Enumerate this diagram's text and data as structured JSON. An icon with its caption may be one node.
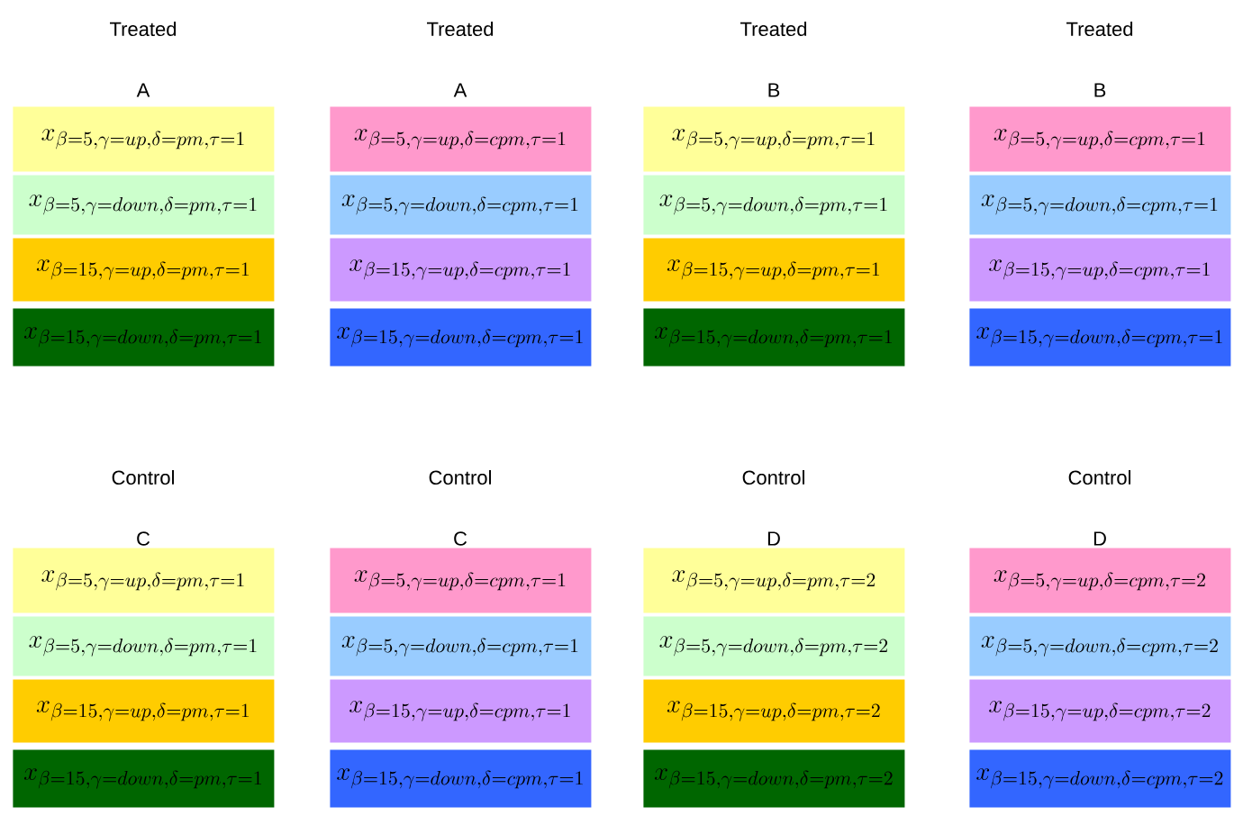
{
  "diagram": {
    "nodes": [
      {
        "text": [
          "x_{\\beta=5,\\gamma=up,\\delta=pm,\\tau=1}"
        ]
      },
      {
        "text": [
          "x_{\\beta=5,\\gamma=down,\\delta=pm,\\tau=1}"
        ]
      },
      {
        "text": [
          "x_{\\beta=15,\\gamma=up,\\delta=pm,\\tau=1}"
        ]
      },
      {
        "text": [
          "x_{\\beta=15,\\gamma=down,\\delta=pm,\\tau=1}"
        ]
      },
      {
        "text": [
          "x_{\\beta=5,\\gamma=up,\\delta=cpm,\\tau=1}"
        ]
      },
      {
        "text": [
          "x_{\\beta=5,\\gamma=down,\\delta=cpm,\\tau=1}"
        ]
      },
      {
        "text": [
          "x_{\\beta=15,\\gamma=up,\\delta=cpm,\\tau=1}"
        ]
      },
      {
        "text": [
          "x_{\\beta=15,\\gamma=down,\\delta=cpm,\\tau=1}"
        ]
      },
      {
        "text": [
          "x_{\\beta=5,\\gamma=up,\\delta=pm,\\tau=1}"
        ]
      },
      {
        "text": [
          "x_{\\beta=5,\\gamma=down,\\delta=pm,\\tau=1}"
        ]
      },
      {
        "text": [
          "x_{\\beta=15,\\gamma=up,\\delta=pm,\\tau=1}"
        ]
      },
      {
        "text": [
          "x_{\\beta=15,\\gamma=down,\\delta=pm,\\tau=1}"
        ]
      },
      {
        "text": [
          "x_{\\beta=5,\\gamma=up,\\delta=cpm,\\tau=1}"
        ]
      },
      {
        "text": [
          "x_{\\beta=5,\\gamma=down,\\delta=cpm,\\tau=1}"
        ]
      },
      {
        "text": [
          "x_{\\beta=15,\\gamma=up,\\delta=cpm,\\tau=1}"
        ]
      },
      {
        "text": [
          "x_{\\beta=15,\\gamma=down,\\delta=cpm,\\tau=1}"
        ]
      },
      {
        "text": [
          "x_{\\beta=5,\\gamma=up,\\delta=pm,\\tau=1}"
        ]
      },
      {
        "text": [
          "x_{\\beta=5,\\gamma=down,\\delta=pm,\\tau=1}"
        ]
      },
      {
        "text": [
          "x_{\\beta=15,\\gamma=up,\\delta=pm,\\tau=1}"
        ]
      },
      {
        "text": [
          "x_{\\beta=15,\\gamma=down,\\delta=pm,\\tau=1}"
        ]
      },
      {
        "text": [
          "x_{\\beta=5,\\gamma=up,\\delta=cpm,\\tau=1}"
        ]
      },
      {
        "text": [
          "x_{\\beta=5,\\gamma=down,\\delta=cpm,\\tau=1}"
        ]
      },
      {
        "text": [
          "x_{\\beta=15,\\gamma=up,\\delta=cpm,\\tau=1}"
        ]
      },
      {
        "text": [
          "x_{\\beta=15,\\gamma=down,\\delta=cpm,\\tau=1}"
        ]
      },
      {
        "text": [
          "x_{\\beta=5,\\gamma=up,\\delta=pm,\\tau=2}"
        ]
      },
      {
        "text": [
          "x_{\\beta=5,\\gamma=down,\\delta=pm,\\tau=2}"
        ]
      },
      {
        "text": [
          "x_{\\beta=15,\\gamma=up,\\delta=pm,\\tau=2}"
        ]
      },
      {
        "text": [
          "x_{\\beta=15,\\gamma=down,\\delta=pm,\\tau=2}"
        ]
      },
      {
        "text": [
          "x_{\\beta=5,\\gamma=up,\\delta=cpm,\\tau=2}"
        ]
      },
      {
        "text": [
          "x_{\\beta=5,\\gamma=down,\\delta=cpm,\\tau=2}"
        ]
      },
      {
        "text": [
          "x_{\\beta=15,\\gamma=up,\\delta=cpm,\\tau=2}"
        ]
      },
      {
        "text": [
          "x_{\\beta=15,\\gamma=down,\\delta=cpm,\\tau=2}"
        ]
      }
    ],
    "labels": [
      "Treated",
      "Treated",
      "Treated",
      "Treated",
      "A",
      "A",
      "B",
      "B",
      "Control",
      "Control",
      "Control",
      "Control",
      "C",
      "C",
      "D",
      "D"
    ]
  }
}
